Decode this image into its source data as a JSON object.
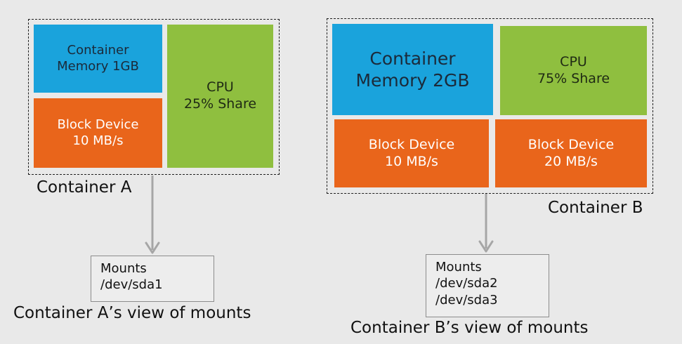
{
  "container_a": {
    "label": "Container A",
    "memory": {
      "line1": "Container",
      "line2": "Memory 1GB"
    },
    "block_device": {
      "line1": "Block Device",
      "line2": "10 MB/s"
    },
    "cpu": {
      "line1": "CPU",
      "line2": "25% Share"
    },
    "mounts": {
      "title": "Mounts",
      "items": [
        "/dev/sda1"
      ]
    },
    "view_caption": "Container A’s view of mounts"
  },
  "container_b": {
    "label": "Container B",
    "memory": {
      "line1": "Container",
      "line2": "Memory 2GB"
    },
    "cpu": {
      "line1": "CPU",
      "line2": "75% Share"
    },
    "block_device_1": {
      "line1": "Block Device",
      "line2": "10 MB/s"
    },
    "block_device_2": {
      "line1": "Block Device",
      "line2": "20 MB/s"
    },
    "mounts": {
      "title": "Mounts",
      "items": [
        "/dev/sda2",
        "/dev/sda3"
      ]
    },
    "view_caption": "Container B’s view of mounts"
  },
  "colors": {
    "memory": "#1aa3dc",
    "block_device": "#e9651b",
    "cpu": "#8fbf3f",
    "arrow": "#a6a6a6",
    "background": "#e9e9e9"
  }
}
